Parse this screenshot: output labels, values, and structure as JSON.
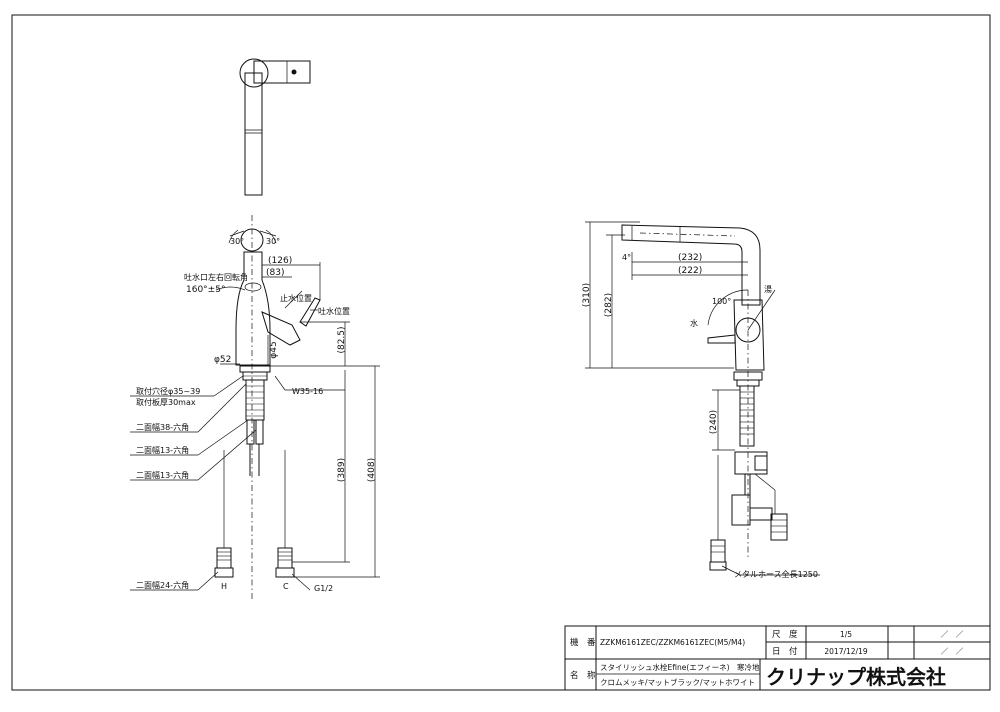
{
  "drawing": {
    "dims": {
      "d126": "(126)",
      "d83": "(83)",
      "d82_5": "(82.5)",
      "d45": "φ45",
      "d52": "φ52",
      "d389": "(389)",
      "d408": "(408)",
      "d310": "(310)",
      "d282": "(282)",
      "d232": "(232)",
      "d222": "(222)",
      "d240": "(240)",
      "angle30a": "30°",
      "angle30b": "30°",
      "angle100": "100°",
      "angle4": "4°"
    },
    "notes": {
      "spout_rotation_label": "吐水口左右回転角",
      "spout_rotation_value": "160°±5°",
      "stop_position": "止水位置",
      "flow_position": "吐水位置",
      "mount_hole": "取付穴径φ35~39",
      "mount_thickness": "取付板厚30max",
      "thread_w35": "W35-16",
      "hex38": "二面幅38-六角",
      "hex13a": "二面幅13-六角",
      "hex13b": "二面幅13-六角",
      "hex24": "二面幅24-六角",
      "hot_h": "H",
      "cold_c": "C",
      "thread_g12": "G1/2",
      "hot_water": "湯",
      "cold_water": "水",
      "metal_hose": "メタルホース全長1250"
    }
  },
  "title_block": {
    "model_label": "機　番",
    "model_value": "ZZKM6161ZEC/ZZKM6161ZEC(M5/M4)",
    "scale_label": "尺　度",
    "scale_value": "1/5",
    "date_label": "日　付",
    "date_value": "2017/12/19",
    "rev1": "／　／",
    "rev2": "／　／",
    "name_label": "名　称",
    "name_line1": "スタイリッシュ水栓Efine(エフィーネ)　寒冷地",
    "name_line2": "クロムメッキ/マットブラック/マットホワイト",
    "company": "クリナップ株式会社"
  }
}
